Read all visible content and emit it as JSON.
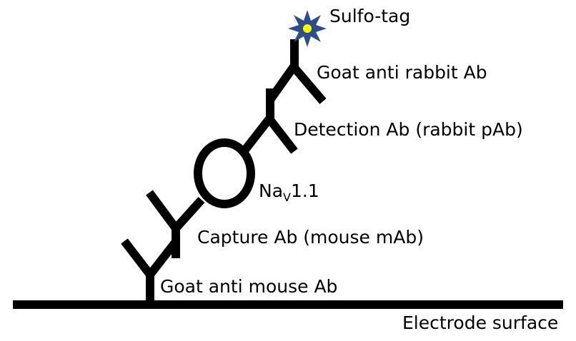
{
  "labels": {
    "sulfo_tag": "Sulfo-tag",
    "goat_anti_rabbit": "Goat anti rabbit Ab",
    "detection_ab": "Detection Ab (rabbit pAb)",
    "nav_main": "Na",
    "nav_sub": "V",
    "nav_rest": "1.1",
    "capture_ab": "Capture Ab (mouse mAb)",
    "goat_anti_mouse": "Goat anti mouse Ab",
    "electrode_surface": "Electrode surface"
  },
  "colors": {
    "line": "#000000",
    "star_fill": "#2e4e8a",
    "star_center": "#ffff00",
    "background": "#ffffff"
  },
  "icons": {
    "sulfo_tag": "star-icon",
    "antibody": "y-shape-icon",
    "antigen": "oval-icon"
  }
}
